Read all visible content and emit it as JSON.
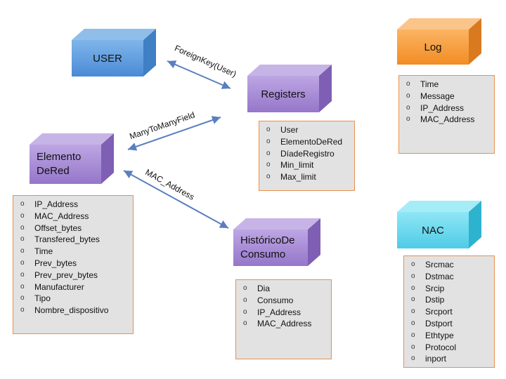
{
  "entities": {
    "user": {
      "name": "USER"
    },
    "registers": {
      "name": "Registers",
      "fields": [
        "User",
        "ElementoDeRed",
        "DíadeRegistro",
        "Min_limit",
        "Max_limit"
      ]
    },
    "elemento": {
      "name_line1": "Elemento",
      "name_line2": "DeRed",
      "fields": [
        "IP_Address",
        "MAC_Address",
        "Offset_bytes",
        "Transfered_bytes",
        "Time",
        "Prev_bytes",
        "Prev_prev_bytes",
        "Manufacturer",
        "Tipo",
        "Nombre_dispositivo"
      ]
    },
    "historico": {
      "name_line1": "HistóricoDe",
      "name_line2": "Consumo",
      "fields": [
        "Dia",
        "Consumo",
        "IP_Address",
        "MAC_Address"
      ]
    },
    "log": {
      "name": "Log",
      "fields": [
        "Time",
        "Message",
        "IP_Address",
        "MAC_Address"
      ]
    },
    "nac": {
      "name": "NAC",
      "fields": [
        "Srcmac",
        "Dstmac",
        "Srcip",
        "Dstip",
        "Srcport",
        "Dstport",
        "Ethtype",
        "Protocol",
        "inport"
      ]
    }
  },
  "relations": {
    "user_registers": "ForeignKey(User)",
    "elemento_registers": "ManyToManyField",
    "elemento_historico": "MAC_Address"
  },
  "colors": {
    "user": "#5b9bd5",
    "purple": "#9e7fcc",
    "log": "#f59a3c",
    "nac": "#5ccfe6",
    "arrow": "#5a7fbf",
    "border": "#e8904f"
  }
}
